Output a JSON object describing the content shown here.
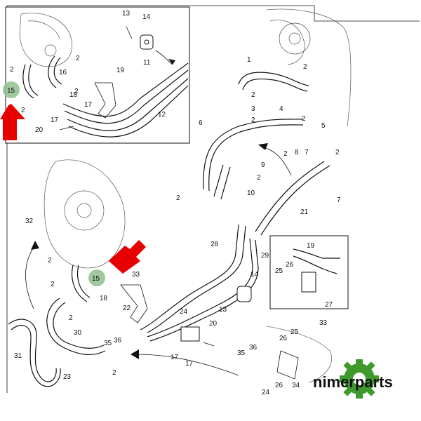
{
  "diagram": {
    "labels": {
      "inset_tl": [
        "13",
        "14",
        "2",
        "2",
        "16",
        "19",
        "11",
        "15",
        "2",
        "18",
        "17",
        "12",
        "2",
        "17",
        "20"
      ],
      "right_top": [
        "1",
        "2",
        "2",
        "3",
        "4",
        "2",
        "2",
        "5",
        "6",
        "8",
        "7",
        "2",
        "2",
        "9",
        "2",
        "10",
        "2",
        "21",
        "7"
      ],
      "left_bottom": [
        "32",
        "2",
        "2",
        "15",
        "33",
        "18",
        "22",
        "2",
        "30",
        "31",
        "24",
        "17",
        "17",
        "20",
        "13",
        "14",
        "35",
        "36",
        "23",
        "2"
      ],
      "mid": [
        "28",
        "29"
      ],
      "inset_br": [
        "19",
        "25",
        "26",
        "27"
      ],
      "bottom_right": [
        "33",
        "25",
        "26",
        "36",
        "35",
        "24",
        "26",
        "34"
      ]
    },
    "highlight_color": "#8fbf8f",
    "arrow_color": "#e60000"
  },
  "brand": {
    "name": "nimerparts",
    "logo_color": "#3f9a2c"
  }
}
